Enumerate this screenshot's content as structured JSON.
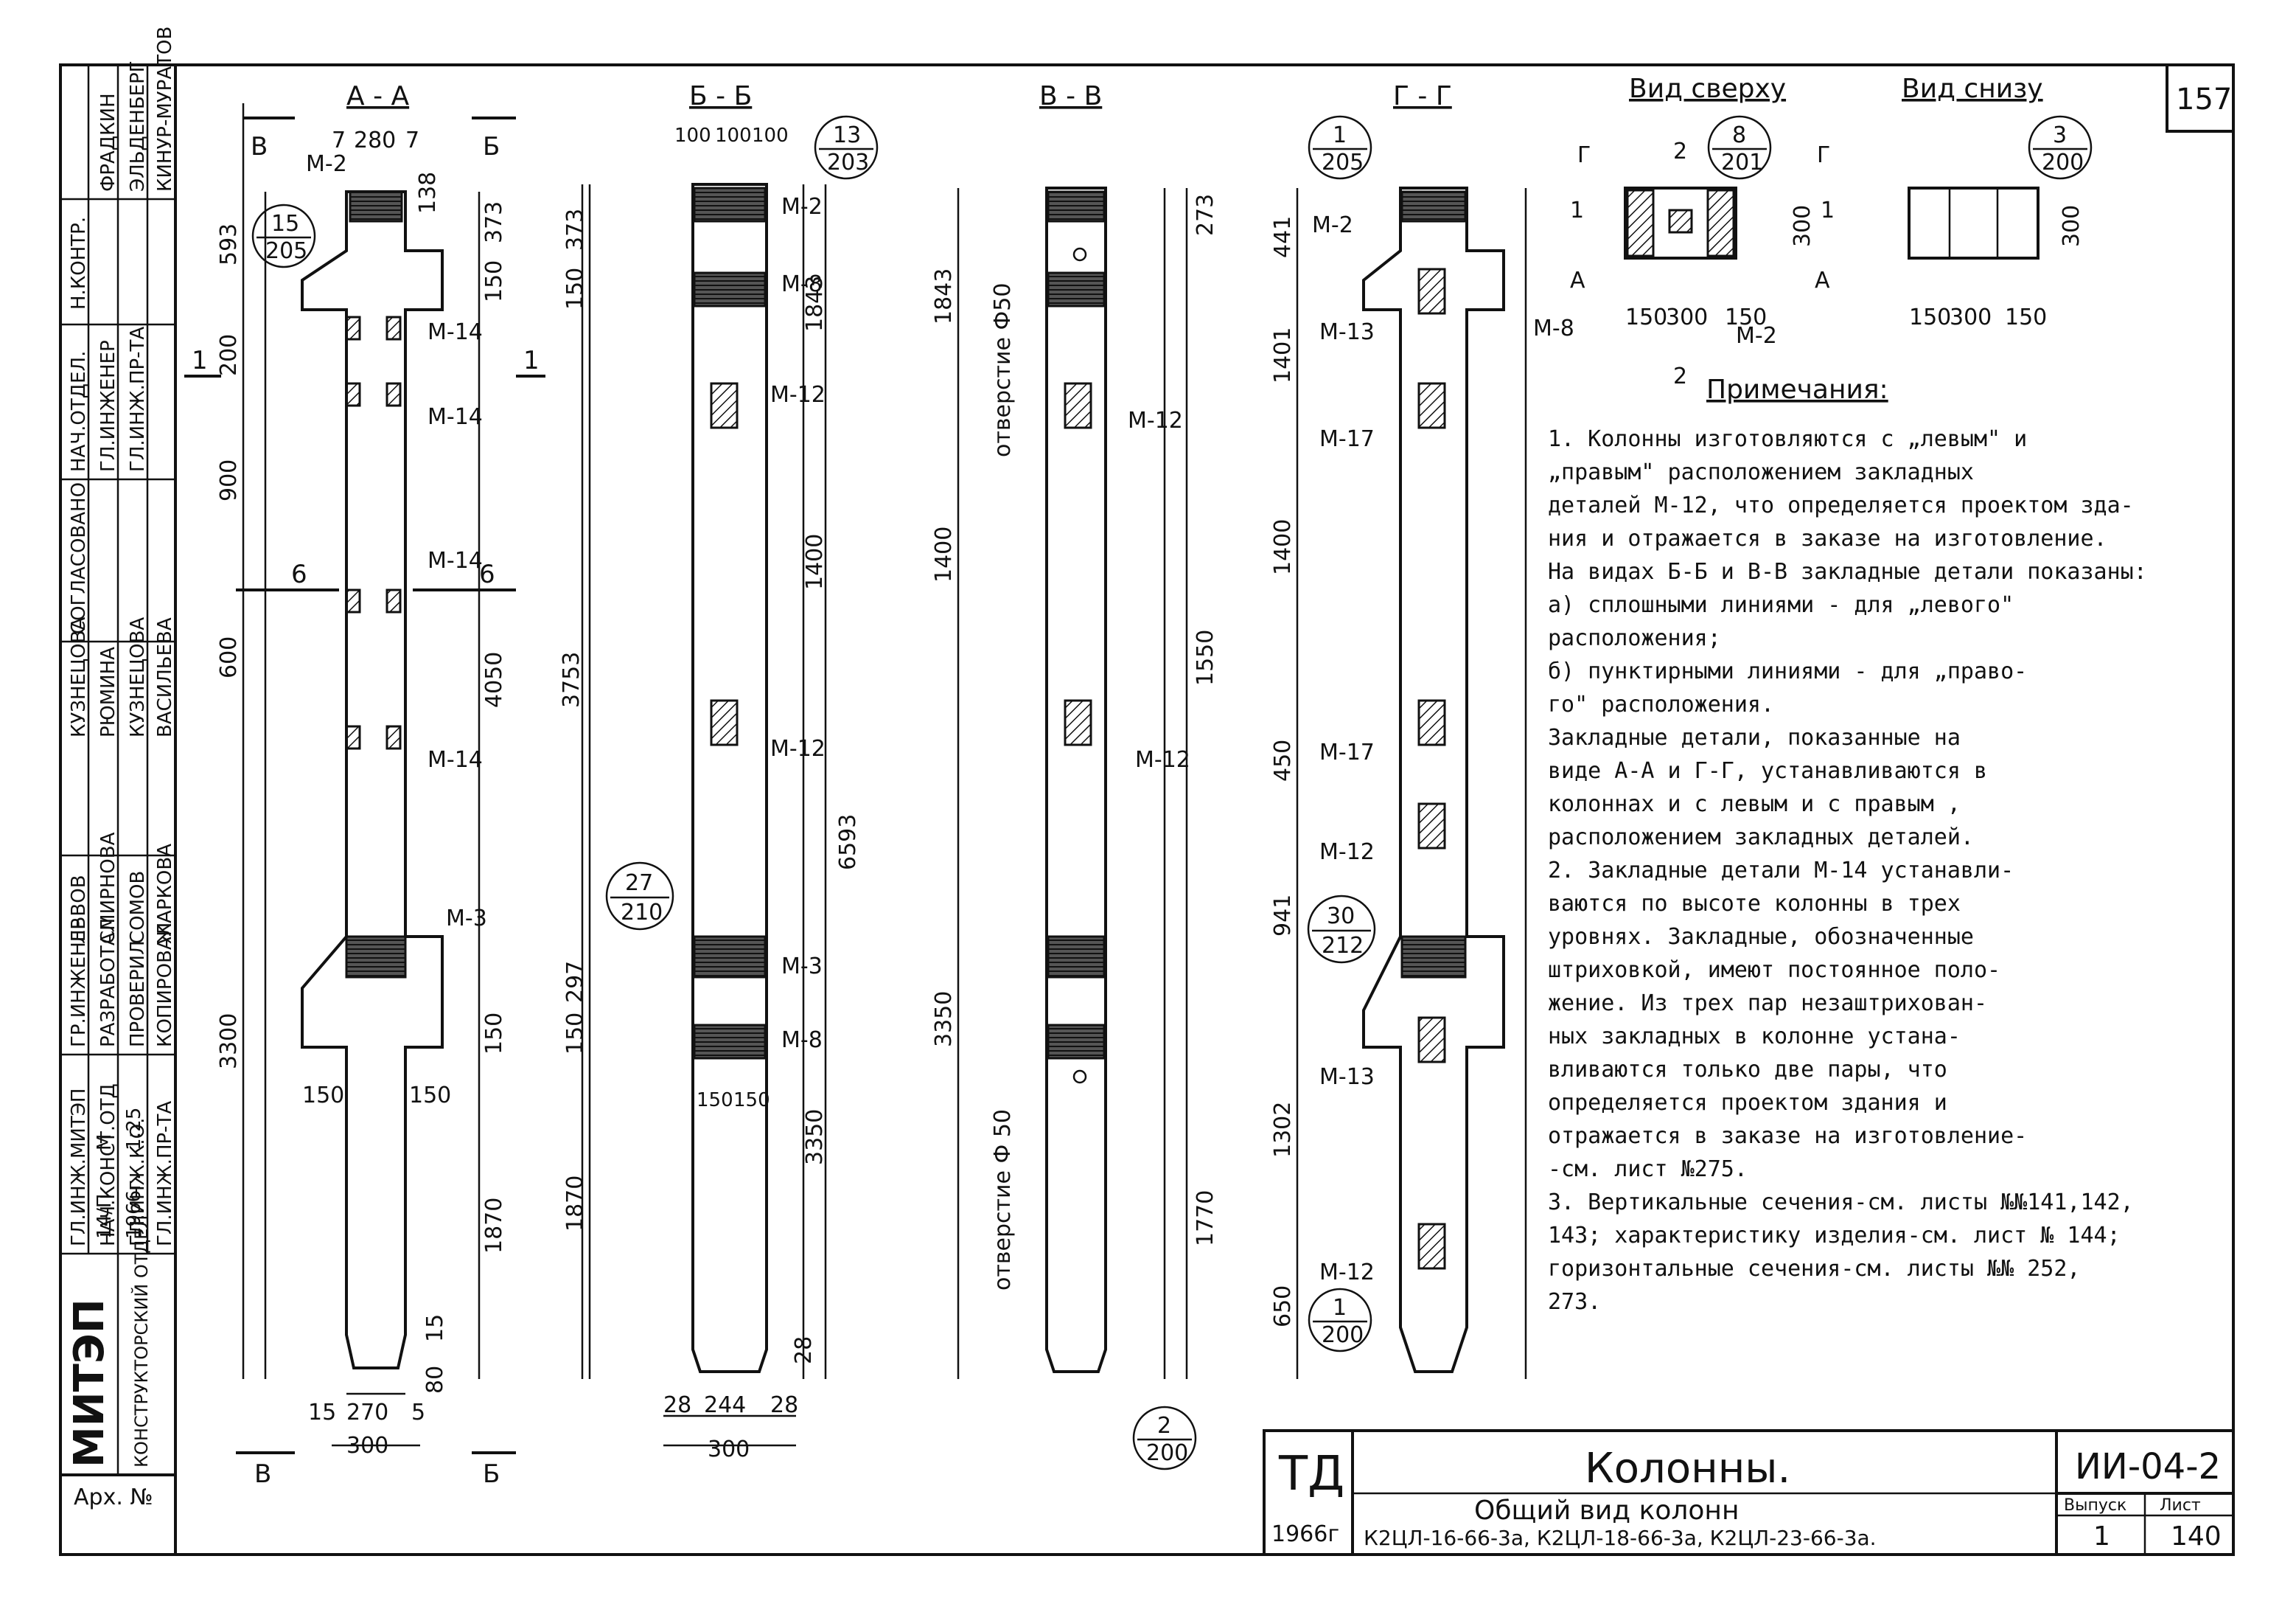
{
  "sheet_number": "157",
  "archive_label": "Арх. №",
  "org": {
    "name": "МИТЭП",
    "dept": "КОНСТРУКТОРСКИЙ ОТДЕЛ"
  },
  "stamp": {
    "code": "14/П",
    "year": "1966г.",
    "scale_label": "М",
    "scale": "1:25",
    "roles": [
      "Н.КОНТР.",
      "ГЛ.ИНЖ.МИТЭП",
      "НАЧ.КОНСТ.ОТД",
      "ГЛ.ИНЖ.К.О.",
      "ГЛ.ИНЖ.ПР-ТА",
      "НАЧ.ОТДЕЛ.",
      "ГЛ.ИНЖЕНЕР",
      "ГЛ.ИНЖ.ПР-ТА",
      "СОГЛАСОВАНО",
      "КУЗНЕЦОВА",
      "РАЗРАБОТАЛ",
      "ПРОВЕРИЛ",
      "КОПИРОВАЛ",
      "ГР.ИНЖЕНЕР"
    ],
    "names": [
      "ЛЬВОВ",
      "СМИРНОВА",
      "СОМОВ",
      "ЖАРКОВА",
      "ФРАДКИН",
      "ЭЛЬДЕНБЕРГ",
      "КИНУР-МУРАТОВ",
      "РЮМИНА",
      "КУЗНЕЦОВА",
      "ВАСИЛЬЕВА"
    ]
  },
  "sections": [
    {
      "id": "aa",
      "label": "А - А"
    },
    {
      "id": "bb",
      "label": "Б - Б"
    },
    {
      "id": "vv",
      "label": "В - В"
    },
    {
      "id": "gg",
      "label": "Г - Г"
    }
  ],
  "views": {
    "top": "Вид сверху",
    "bottom": "Вид снизу"
  },
  "cut_marks": [
    "В",
    "Б",
    "1",
    "1",
    "6",
    "6",
    "А",
    "Г",
    "2"
  ],
  "parts": [
    "М-2",
    "М-14",
    "М-3",
    "М-8",
    "М-12",
    "М-13",
    "М-17",
    "М-13"
  ],
  "callouts": [
    {
      "top": "15",
      "bottom": "205"
    },
    {
      "top": "13",
      "bottom": "203"
    },
    {
      "top": "27",
      "bottom": "210"
    },
    {
      "top": "2",
      "bottom": "200"
    },
    {
      "top": "1",
      "bottom": "205"
    },
    {
      "top": "30",
      "bottom": "212"
    },
    {
      "top": "1",
      "bottom": "200"
    },
    {
      "top": "8",
      "bottom": "201"
    },
    {
      "top": "3",
      "bottom": "200"
    }
  ],
  "holes": [
    "отверстие Ф50",
    "отверстие Ф 50"
  ],
  "dims": {
    "aa": [
      "7",
      "280",
      "7",
      "593",
      "373",
      "138",
      "150",
      "200",
      "900",
      "600",
      "4050",
      "3300",
      "150",
      "150",
      "150",
      "1870",
      "15",
      "270",
      "5",
      "80",
      "15",
      "300"
    ],
    "bb": [
      "100",
      "100",
      "100",
      "373",
      "150",
      "1843",
      "1400",
      "3753",
      "6593",
      "297",
      "150",
      "3350",
      "150",
      "150",
      "1870",
      "28",
      "244",
      "28",
      "300",
      "28"
    ],
    "vv": [
      "273",
      "1843",
      "1400",
      "1550",
      "3350",
      "1770"
    ],
    "gg": [
      "441",
      "1401",
      "1400",
      "450",
      "941",
      "1302",
      "650"
    ],
    "plan": [
      "300",
      "150",
      "300",
      "150",
      "300",
      "150",
      "300",
      "150"
    ]
  },
  "notes_title": "Примечания:",
  "notes": [
    "1. Колонны изготовляются с „левым\" и",
    "„правым\" расположением закладных",
    "деталей М-12, что определяется проектом зда-",
    "ния и отражается в заказе на изготовление.",
    "На видах Б-Б и В-В закладные детали показаны:",
    "  а) сплошными линиями - для „левого\"",
    "  расположения;",
    "  б) пунктирными линиями - для „право-",
    "го\" расположения.",
    "Закладные детали, показанные на",
    "виде А-А и Г-Г, устанавливаются в",
    "колоннах и с левым и с правым ,",
    "расположением закладных деталей.",
    "2. Закладные детали М-14 устанавли-",
    "ваются по высоте колонны в трех",
    "уровнях. Закладные, обозначенные",
    "штриховкой, имеют постоянное поло-",
    "жение. Из трех пар незаштрихован-",
    "ных закладных в колонне устана-",
    "вливаются только две пары, что",
    "определяется проектом здания и",
    "отражается в заказе на изготовление-",
    "-см. лист №275.",
    "3. Вертикальные сечения-см. листы №№141,142,",
    "143; характеристику изделия-см. лист № 144;",
    "горизонтальные сечения-см. листы №№ 252,",
    "273."
  ],
  "title_block": {
    "td": "ТД",
    "year": "1966г",
    "title": "Колонны.",
    "subtitle": "Общий вид колонн",
    "marks": "К2ЦЛ-16-66-3а, К2ЦЛ-18-66-3а, К2ЦЛ-23-66-3а.",
    "series": "ИИ-04-2",
    "issue_label": "Выпуск",
    "issue": "1",
    "sheet_label": "Лист",
    "sheet": "140"
  }
}
